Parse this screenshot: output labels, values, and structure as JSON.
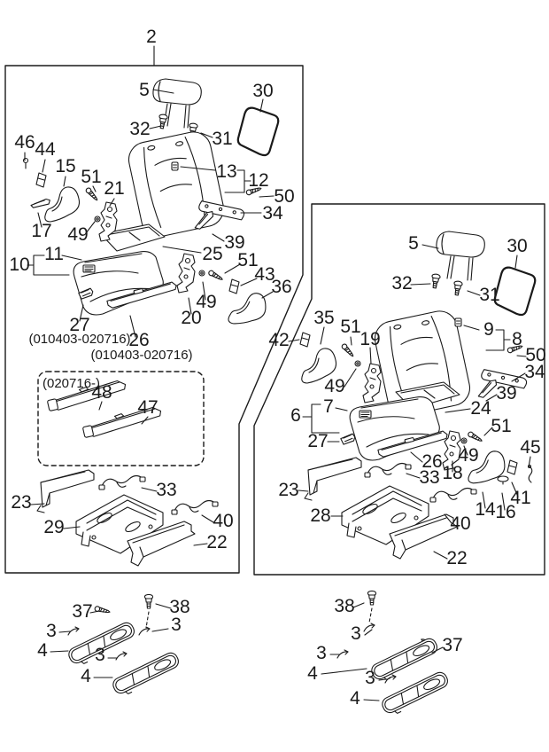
{
  "page": {
    "background": "#ffffff",
    "line_color": "#1a1a1a"
  },
  "assembly_callout": "2",
  "captions": {
    "range_a": "(010403-020716)",
    "range_b": "(010403-020716)",
    "range_c": "(020716-)"
  },
  "callouts": {
    "L5": "5",
    "L30": "30",
    "L32": "32",
    "L31": "31",
    "L13": "13",
    "L12": "12",
    "L50": "50",
    "L34": "34",
    "L39": "39",
    "L25": "25",
    "L46": "46",
    "L44": "44",
    "L15": "15",
    "L51a": "51",
    "L21": "21",
    "L17": "17",
    "L49a": "49",
    "L11": "11",
    "L10": "10",
    "L27": "27",
    "L26": "26",
    "L20": "20",
    "L49b": "49",
    "L51b": "51",
    "L43": "43",
    "L36": "36",
    "L48": "48",
    "L47": "47",
    "L23": "23",
    "L29": "29",
    "L33": "33",
    "L40": "40",
    "L22": "22",
    "BL37": "37",
    "BL38": "38",
    "BL3a": "3",
    "BL3b": "3",
    "BL4a": "4",
    "BL3c": "3",
    "BL4b": "4",
    "R5": "5",
    "R30": "30",
    "R32": "32",
    "R31": "31",
    "R9": "9",
    "R8": "8",
    "R50": "50",
    "R34": "34",
    "R39": "39",
    "R24": "24",
    "R35": "35",
    "R51a": "51",
    "R19": "19",
    "R42": "42",
    "R49a": "49",
    "R7": "7",
    "R6": "6",
    "R27": "27",
    "R26": "26",
    "R33": "33",
    "R18": "18",
    "R49b": "49",
    "R51b": "51",
    "R45": "45",
    "R23": "23",
    "R28": "28",
    "R40": "40",
    "R14": "14",
    "R16": "16",
    "R41": "41",
    "R22": "22",
    "BR38": "38",
    "BR3a": "3",
    "BR37": "37",
    "BR3b": "3",
    "BR4a": "4",
    "BR3c": "3",
    "BR4b": "4"
  }
}
